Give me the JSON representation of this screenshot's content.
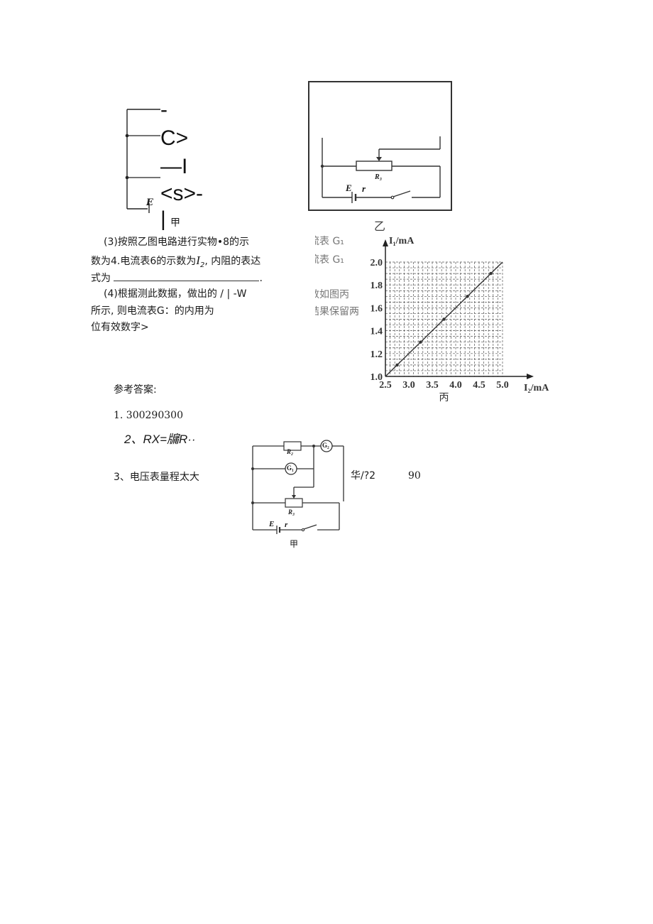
{
  "figure_jia_fragment": {
    "line1": "-",
    "line2": "C>",
    "line3": "—I",
    "line4": "<s>-",
    "line5": "|",
    "E_label": "E",
    "caption": "甲"
  },
  "figure_yi": {
    "R3_label": "R₃",
    "E_label": "E",
    "r_label": "r",
    "caption": "乙"
  },
  "question3": {
    "line1": "(3)按照乙图电路进行实物•8的示",
    "line2_a": "数为4.电流表6的示数为",
    "line2_var": "I",
    "line2_sub": "2",
    "line2_b": ", 内阻的表达",
    "line3_a": "式为",
    "line3_end": "."
  },
  "question4": {
    "line1": "(4)根据测此数据，做出的 / | -W",
    "line2": "所示, 则电流表G：的内用为",
    "line3": "位有效数字>"
  },
  "overflow_text": {
    "line1": "流表 G₁",
    "line2": "流表 G₁",
    "line3": "数如图丙",
    "line4": "结果保留两"
  },
  "chart_data": {
    "type": "line",
    "title": "",
    "xlabel": "I₂/mA",
    "ylabel": "I₁/mA",
    "xlim": [
      2.5,
      5.0
    ],
    "ylim": [
      1.0,
      2.0
    ],
    "x_ticks": [
      "2.5",
      "3.0",
      "3.5",
      "4.0",
      "4.5",
      "5.0"
    ],
    "y_ticks": [
      "1.0",
      "1.2",
      "1.4",
      "1.6",
      "1.8",
      "2.0"
    ],
    "grid": true,
    "grid_style": "dashed",
    "series": [
      {
        "x": [
          2.5,
          2.75,
          3.25,
          3.75,
          4.25,
          4.75,
          5.0
        ],
        "y": [
          1.0,
          1.1,
          1.3,
          1.5,
          1.7,
          1.9,
          2.0
        ]
      }
    ],
    "caption": "丙"
  },
  "answers": {
    "heading": "参考答案:",
    "a1": "1. 300290300",
    "a2": "2、RX=牖R··",
    "a3_label": "3、电压表量程太大",
    "a3_extra1": "华/?2",
    "a3_extra2": "90"
  },
  "figure_answer": {
    "R2_label": "R₂",
    "G2_label": "G₂",
    "G1_label": "G₁",
    "R3_label": "R₃",
    "E_label": "E",
    "r_label": "r",
    "caption": "甲"
  }
}
